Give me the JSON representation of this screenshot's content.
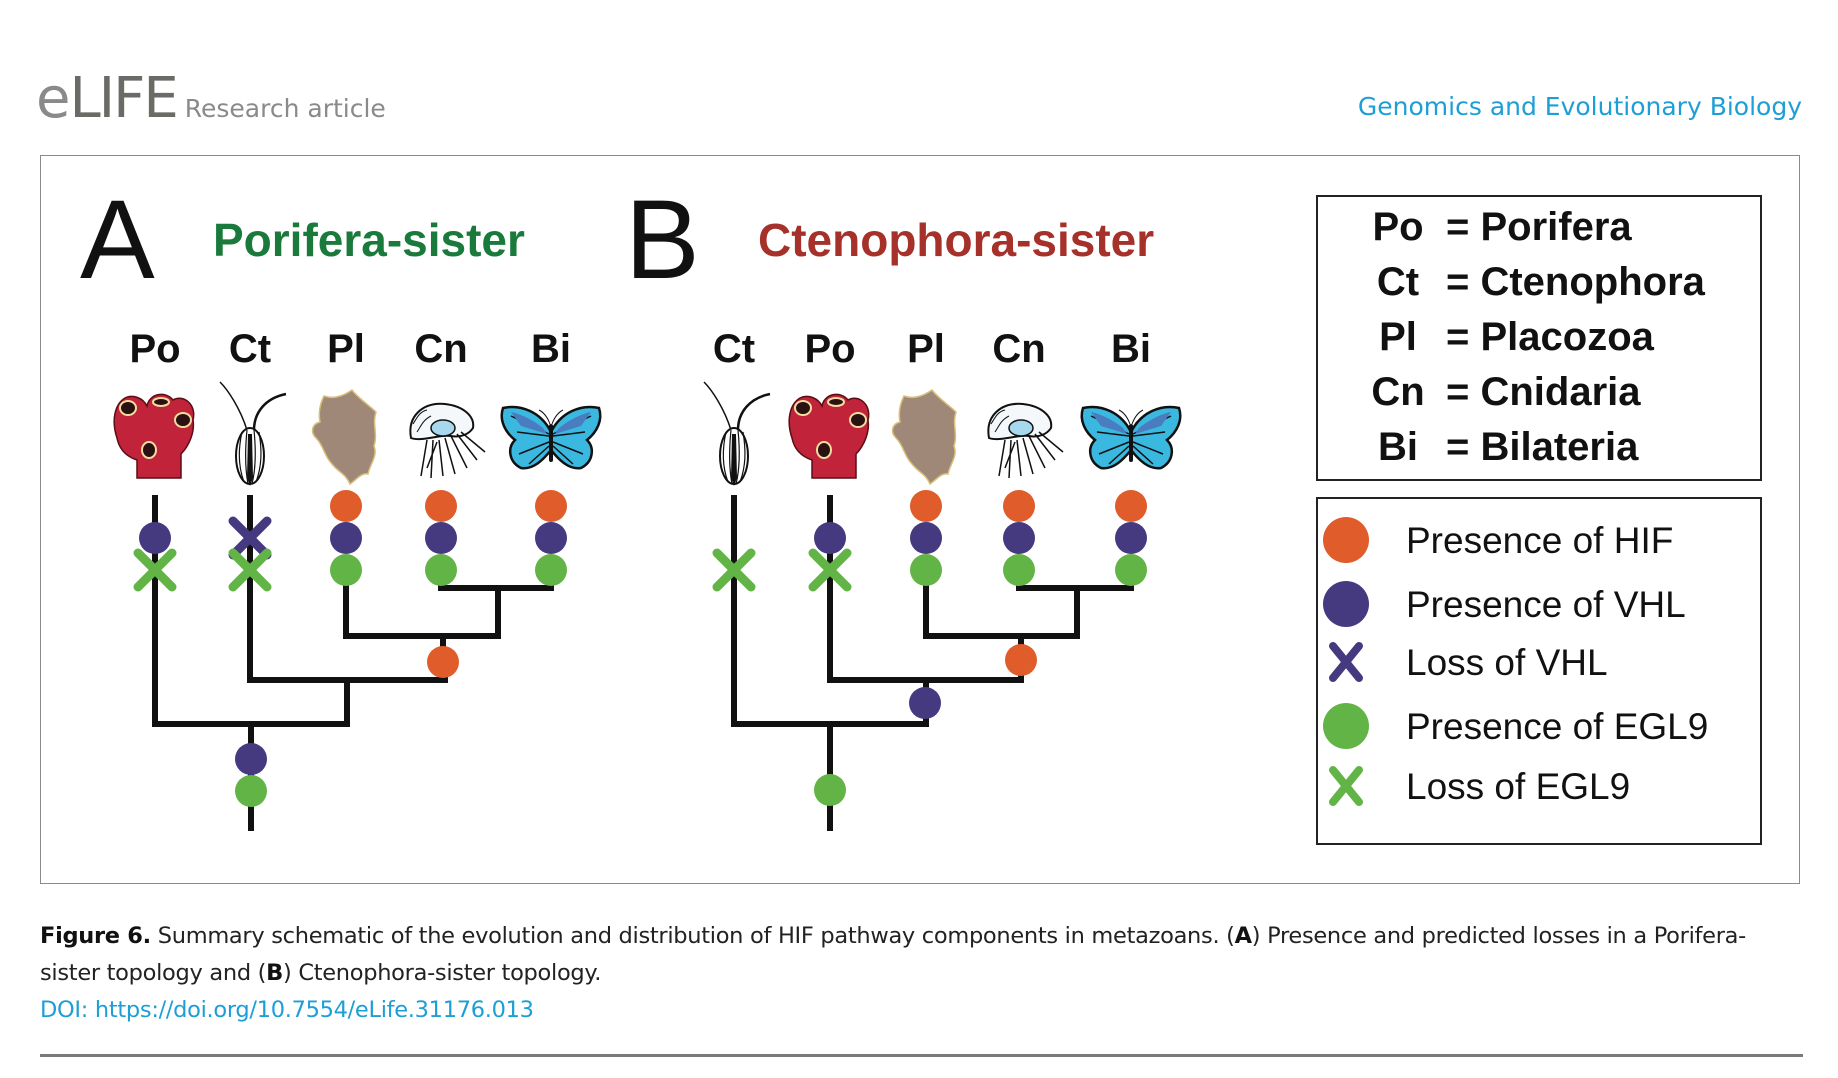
{
  "header": {
    "logo_e": "e",
    "logo_life": "LIFE",
    "article_type": "Research article",
    "subject": "Genomics and Evolutionary Biology"
  },
  "colors": {
    "hif": "#e05c2a",
    "vhl": "#453a80",
    "egl9": "#63b446",
    "porifera_title": "#1a7a3c",
    "ctenophora_title": "#a6302a",
    "link": "#1e9ed6"
  },
  "panels": [
    {
      "letter": "A",
      "title": "Porifera-sister",
      "taxa": [
        {
          "abbr": "Po",
          "icon": "sponge-icon",
          "markers": [
            "vhl",
            "egl9-loss"
          ]
        },
        {
          "abbr": "Ct",
          "icon": "comb-jelly-icon",
          "markers": [
            "vhl-loss",
            "egl9-loss"
          ]
        },
        {
          "abbr": "Pl",
          "icon": "placozoan-icon",
          "markers": [
            "hif",
            "vhl",
            "egl9"
          ]
        },
        {
          "abbr": "Cn",
          "icon": "jellyfish-icon",
          "markers": [
            "hif",
            "vhl",
            "egl9"
          ]
        },
        {
          "abbr": "Bi",
          "icon": "butterfly-icon",
          "markers": [
            "hif",
            "vhl",
            "egl9"
          ]
        }
      ],
      "internal_nodes": [
        {
          "clade": "Pl+Cn+Bi",
          "markers": [
            "hif"
          ]
        },
        {
          "clade": "root",
          "markers": [
            "vhl",
            "egl9"
          ]
        }
      ]
    },
    {
      "letter": "B",
      "title": "Ctenophora-sister",
      "taxa": [
        {
          "abbr": "Ct",
          "icon": "comb-jelly-icon",
          "markers": [
            "egl9-loss"
          ]
        },
        {
          "abbr": "Po",
          "icon": "sponge-icon",
          "markers": [
            "vhl",
            "egl9-loss"
          ]
        },
        {
          "abbr": "Pl",
          "icon": "placozoan-icon",
          "markers": [
            "hif",
            "vhl",
            "egl9"
          ]
        },
        {
          "abbr": "Cn",
          "icon": "jellyfish-icon",
          "markers": [
            "hif",
            "vhl",
            "egl9"
          ]
        },
        {
          "abbr": "Bi",
          "icon": "butterfly-icon",
          "markers": [
            "hif",
            "vhl",
            "egl9"
          ]
        }
      ],
      "internal_nodes": [
        {
          "clade": "Pl+Cn+Bi",
          "markers": [
            "hif"
          ]
        },
        {
          "clade": "Po+Pl+Cn+Bi",
          "markers": [
            "vhl"
          ]
        },
        {
          "clade": "root",
          "markers": [
            "egl9"
          ]
        }
      ]
    }
  ],
  "abbreviation_key": [
    {
      "abbr": "Po",
      "name": "= Porifera"
    },
    {
      "abbr": "Ct",
      "name": "= Ctenophora"
    },
    {
      "abbr": "Pl",
      "name": "= Placozoa"
    },
    {
      "abbr": "Cn",
      "name": "= Cnidaria"
    },
    {
      "abbr": "Bi",
      "name": "= Bilateria"
    }
  ],
  "legend": [
    {
      "symbol": "circle",
      "color_key": "hif",
      "label": "Presence of HIF"
    },
    {
      "symbol": "circle",
      "color_key": "vhl",
      "label": "Presence of VHL"
    },
    {
      "symbol": "cross",
      "color_key": "vhl",
      "label": "Loss of VHL"
    },
    {
      "symbol": "circle",
      "color_key": "egl9",
      "label": "Presence of EGL9"
    },
    {
      "symbol": "cross",
      "color_key": "egl9",
      "label": "Loss of EGL9"
    }
  ],
  "caption": {
    "label": "Figure 6.",
    "text1": " Summary schematic of the evolution and distribution of HIF pathway components in metazoans. (",
    "a": "A",
    "text2": ") Presence and predicted losses in a Porifera-sister topology and (",
    "b": "B",
    "text3": ") Ctenophora-sister topology.",
    "doi": "DOI: https://doi.org/10.7554/eLife.31176.013"
  }
}
